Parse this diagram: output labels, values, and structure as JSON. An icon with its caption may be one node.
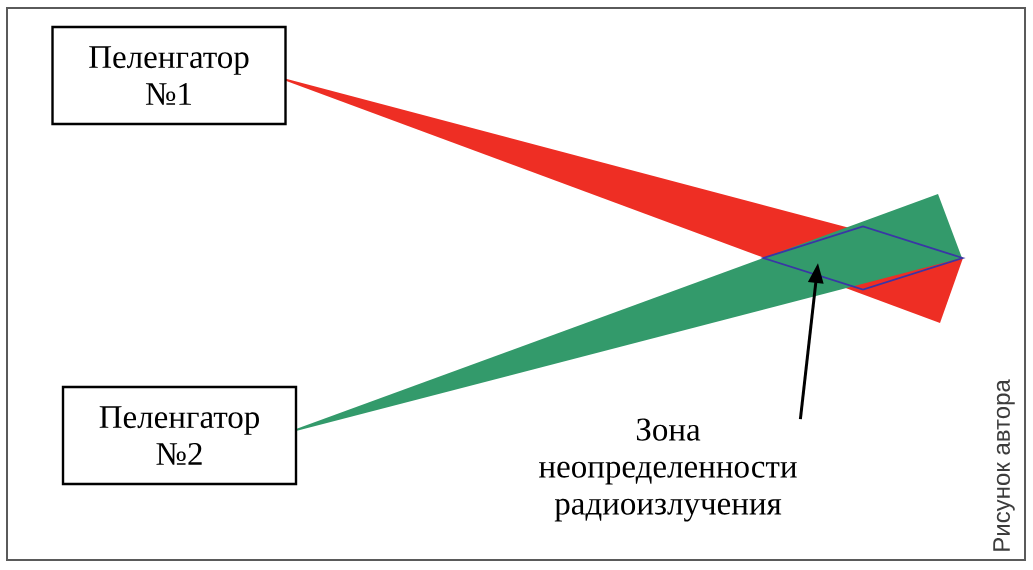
{
  "diagram": {
    "nodes": [
      {
        "text": [
          "Пеленгатор №1"
        ]
      },
      {
        "text": [
          "Пеленгатор №2"
        ]
      },
      {
        "text": [
          "Зона неопределенности радиоизлучения"
        ]
      },
      {
        "text": [],
        "shape": "diamond"
      }
    ],
    "edges": [
      {
        "from": 2,
        "to": 3,
        "arrow": "to"
      }
    ],
    "labels": [
      "Рисунок автора"
    ]
  }
}
